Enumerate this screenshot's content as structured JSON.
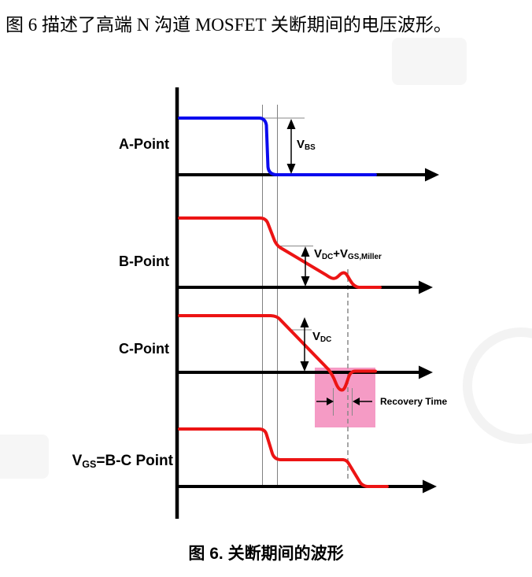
{
  "page": {
    "intro_text": "图 6 描述了高端 N 沟道 MOSFET 关断期间的电压波形。",
    "caption": "图 6. 关断期间的波形"
  },
  "figure": {
    "type": "timing-waveform-diagram",
    "colors": {
      "blue": "#0b0bee",
      "red": "#ec1414",
      "pink": "#f59bc5",
      "axis": "#000000",
      "grid": "#8a8a8a"
    },
    "panels": {
      "a": {
        "label": "A-Point",
        "color": "blue",
        "behavior": "high level, sharp step down to baseline at turn-off, then flat at zero"
      },
      "b": {
        "label": "B-Point",
        "color": "red",
        "behavior": "high level, fast drop, gradual ramp down with small bump, settles at baseline"
      },
      "c": {
        "label": "C-Point",
        "color": "red",
        "behavior": "high level, ramp down, undershoot below baseline, recovers to baseline"
      },
      "d": {
        "label_v": "V",
        "label_sub": "GS",
        "label_rest": "=B-C Point",
        "color": "red",
        "behavior": "high level, step down to Miller plateau, holds, then falls to baseline"
      }
    },
    "annotations": {
      "vbs": {
        "v": "V",
        "sub": "BS"
      },
      "vdc_miller": {
        "v1": "V",
        "sub1": "DC",
        "v2": "+V",
        "sub2": "GS,Miller"
      },
      "vdc": {
        "v": "V",
        "sub": "DC"
      },
      "recovery_time": "Recovery Time"
    },
    "highlight": {
      "label": "Recovery Time",
      "region": "undershoot of C-Point waveform below baseline"
    }
  }
}
